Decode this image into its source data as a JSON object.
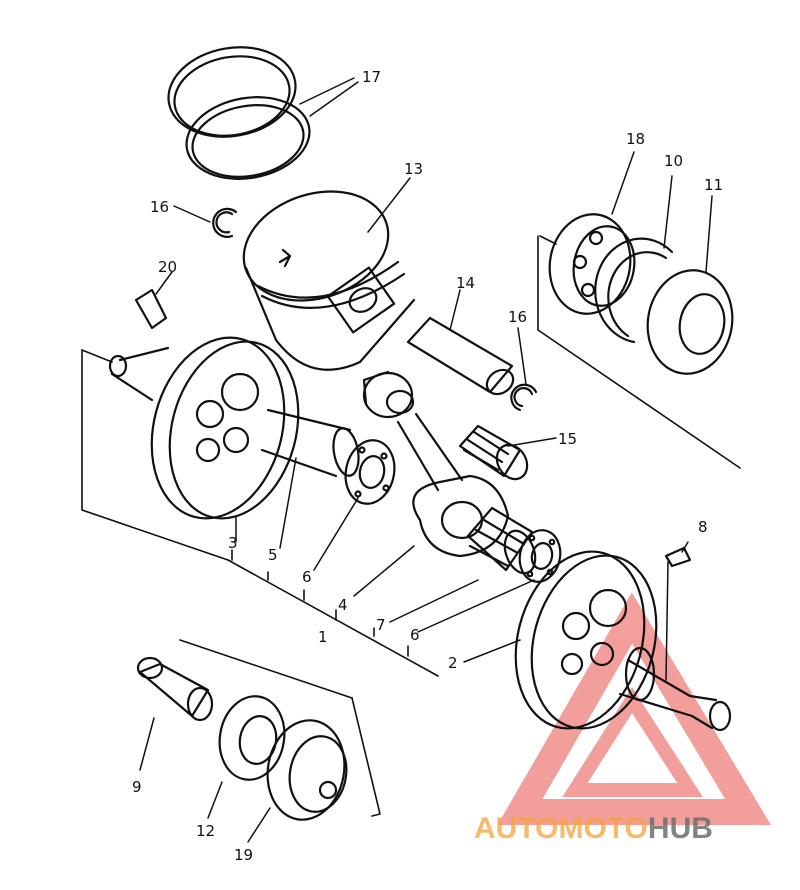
{
  "diagram": {
    "part_numbers": {
      "p1": "1",
      "p2": "2",
      "p3": "3",
      "p4": "4",
      "p5": "5",
      "p6a": "6",
      "p6b": "6",
      "p7": "7",
      "p8": "8",
      "p9": "9",
      "p10": "10",
      "p11": "11",
      "p12": "12",
      "p13": "13",
      "p14": "14",
      "p15": "15",
      "p16a": "16",
      "p16b": "16",
      "p17": "17",
      "p18": "18",
      "p19": "19",
      "p20": "20"
    }
  },
  "watermark": {
    "word_auto": "AUTO",
    "word_moto": "MOTO",
    "word_hub": "HUB",
    "colors": {
      "orange": "#f2a33a",
      "gray": "#6d6d6d",
      "triangle": "#e9524a"
    }
  }
}
